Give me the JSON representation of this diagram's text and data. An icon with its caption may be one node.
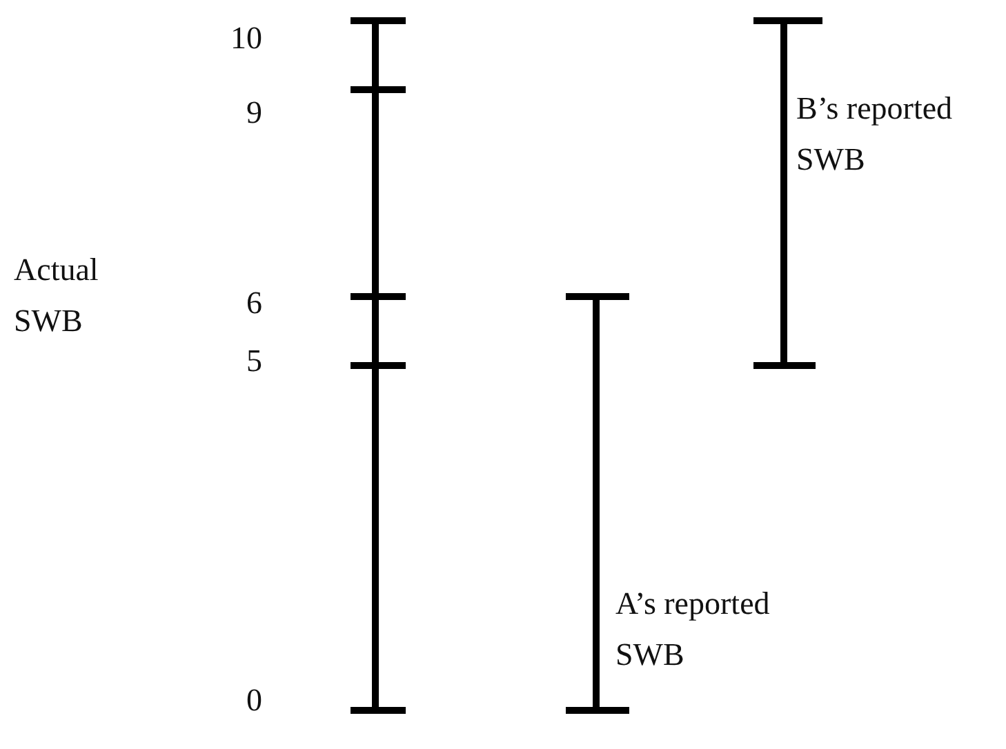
{
  "diagram": {
    "labels": [
      "10",
      "9",
      "B’s reported SWB",
      "Actual SWB",
      "6",
      "5",
      "A’s reported SWB",
      "0"
    ]
  }
}
